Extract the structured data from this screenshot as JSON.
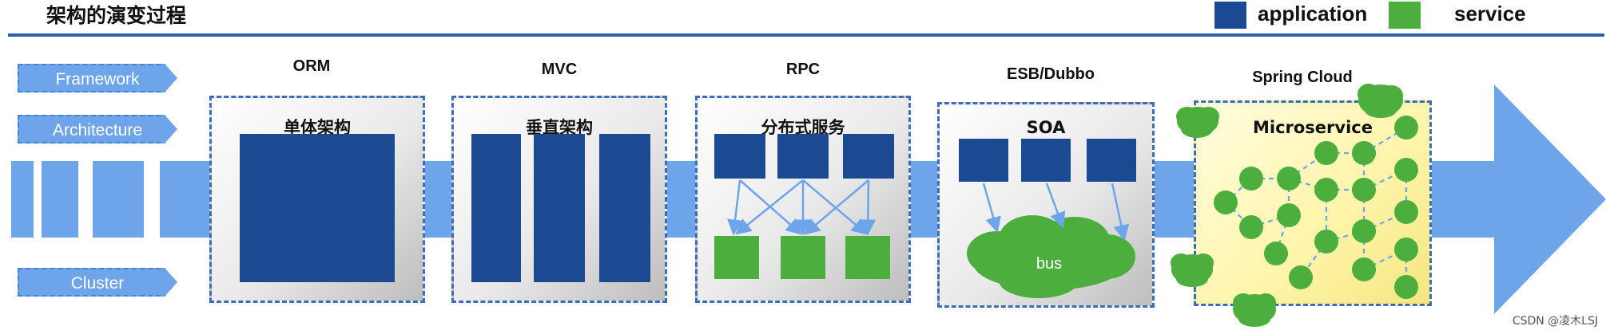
{
  "header": {
    "title": "架构的演变过程"
  },
  "legend": {
    "application": {
      "label": "application",
      "color": "#1b4a93"
    },
    "service": {
      "label": "service",
      "color": "#4cae3c"
    }
  },
  "side_tags": [
    "Framework",
    "Architecture",
    "Cluster"
  ],
  "stages": [
    {
      "title": "ORM",
      "subtitle": "单体架构"
    },
    {
      "title": "MVC",
      "subtitle": "垂直架构"
    },
    {
      "title": "RPC",
      "subtitle": "分布式服务"
    },
    {
      "title": "ESB/Dubbo",
      "subtitle": "SOA",
      "bus_label": "bus"
    },
    {
      "title": "Spring Cloud",
      "subtitle": "Microservice"
    }
  ],
  "watermark": "CSDN @凌木LSJ"
}
